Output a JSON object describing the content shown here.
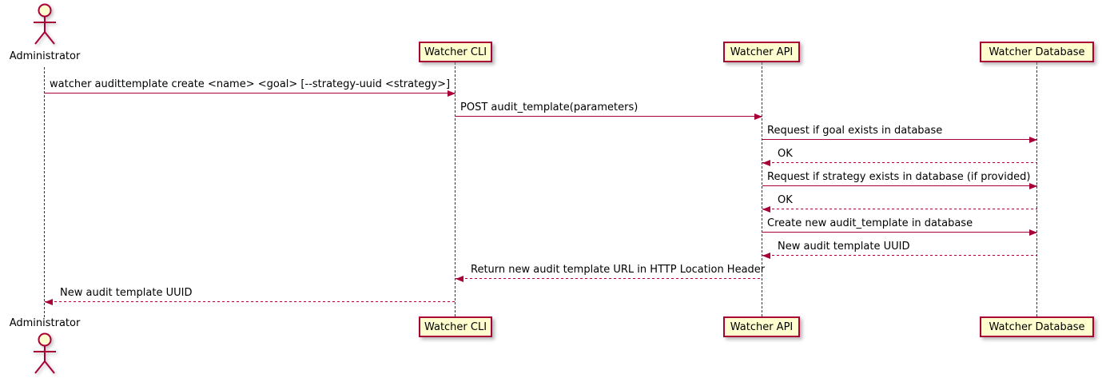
{
  "diagram": {
    "type": "sequence-diagram",
    "colors": {
      "accent": "#A80036",
      "participant_fill": "#FEFECE",
      "background": "#FFFFFF",
      "text": "#000000"
    },
    "actor": {
      "name": "Administrator"
    },
    "participants": [
      {
        "name": "Watcher CLI"
      },
      {
        "name": "Watcher API"
      },
      {
        "name": "Watcher Database"
      }
    ],
    "messages": [
      {
        "from": "Administrator",
        "to": "Watcher CLI",
        "style": "solid",
        "label": "watcher audittemplate create <name> <goal> [--strategy-uuid <strategy>]"
      },
      {
        "from": "Watcher CLI",
        "to": "Watcher API",
        "style": "solid",
        "label": "POST audit_template(parameters)"
      },
      {
        "from": "Watcher API",
        "to": "Watcher Database",
        "style": "solid",
        "label": "Request if goal exists in database"
      },
      {
        "from": "Watcher Database",
        "to": "Watcher API",
        "style": "dashed",
        "label": "OK"
      },
      {
        "from": "Watcher API",
        "to": "Watcher Database",
        "style": "solid",
        "label": "Request if strategy exists in database (if provided)"
      },
      {
        "from": "Watcher Database",
        "to": "Watcher API",
        "style": "dashed",
        "label": "OK"
      },
      {
        "from": "Watcher API",
        "to": "Watcher Database",
        "style": "solid",
        "label": "Create new audit_template in database"
      },
      {
        "from": "Watcher Database",
        "to": "Watcher API",
        "style": "dashed",
        "label": "New audit template UUID"
      },
      {
        "from": "Watcher API",
        "to": "Watcher CLI",
        "style": "dashed",
        "label": "Return new audit template URL in HTTP Location Header"
      },
      {
        "from": "Watcher CLI",
        "to": "Administrator",
        "style": "dashed",
        "label": "New audit template UUID"
      }
    ]
  }
}
